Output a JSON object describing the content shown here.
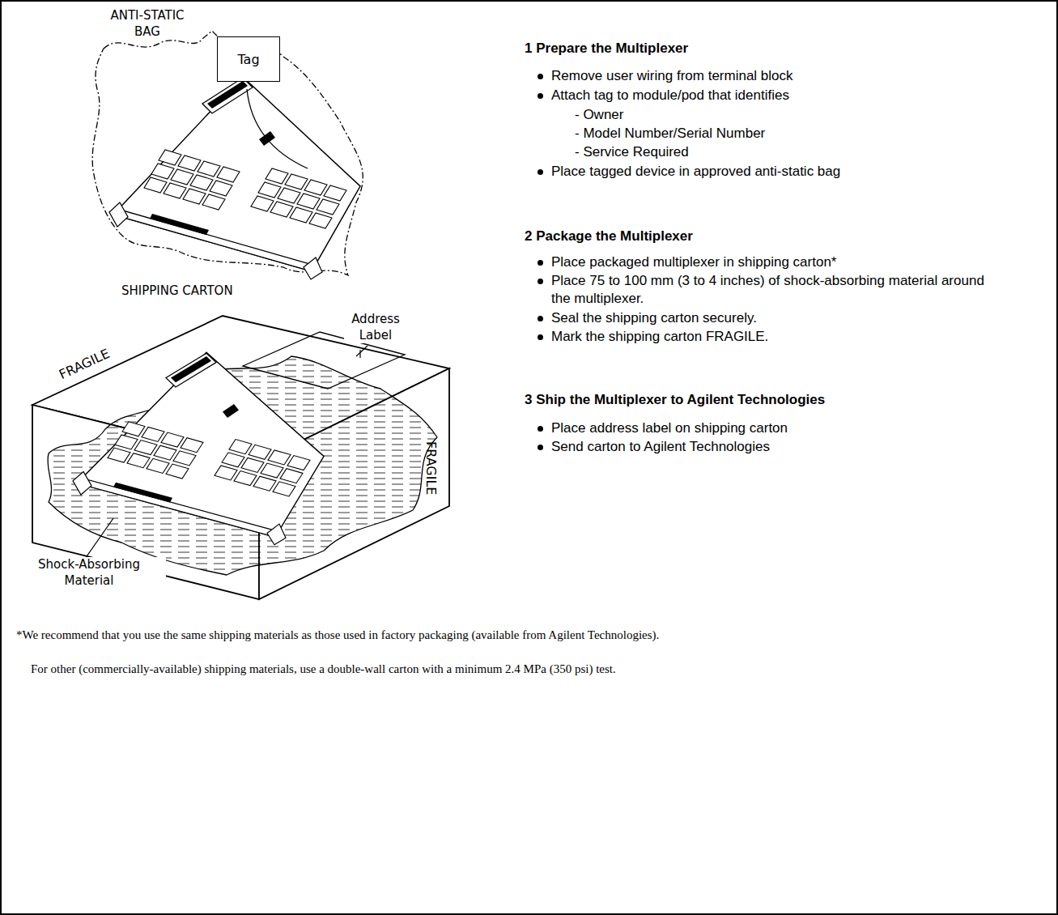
{
  "diagram": {
    "nodes": [
      {
        "text": [
          "Tag"
        ]
      }
    ],
    "labels": [
      "ANTI-STATIC BAG",
      "SHIPPING CARTON",
      "Address Label",
      "FRAGILE",
      "FRAGILE",
      "Shock-Absorbing Material",
      "1 Prepare the Multiplexer",
      "Remove user wiring from terminal block",
      "Attach tag to module/pod that identifies",
      "- Owner",
      "- Model Number/Serial Number",
      "- Service Required",
      "Place tagged device in approved anti-static bag",
      "2 Package the Multiplexer",
      "Place packaged multiplexer in shipping carton*",
      "Place 75 to 100 mm (3 to 4 inches) of shock-absorbing material around the multiplexer.",
      "Seal the shipping carton securely.",
      "Mark the shipping carton FRAGILE.",
      "3 Ship the Multiplexer to Agilent Technologies",
      "Place address label on shipping carton",
      "Send carton to Agilent Technologies",
      "*We recommend that you use the same shipping materials as those used in factory packaging (available from Agilent Technologies).",
      "For other (commercially-available) shipping materials, use a double-wall carton with a minimum 2.4 MPa (350 psi) test."
    ]
  }
}
